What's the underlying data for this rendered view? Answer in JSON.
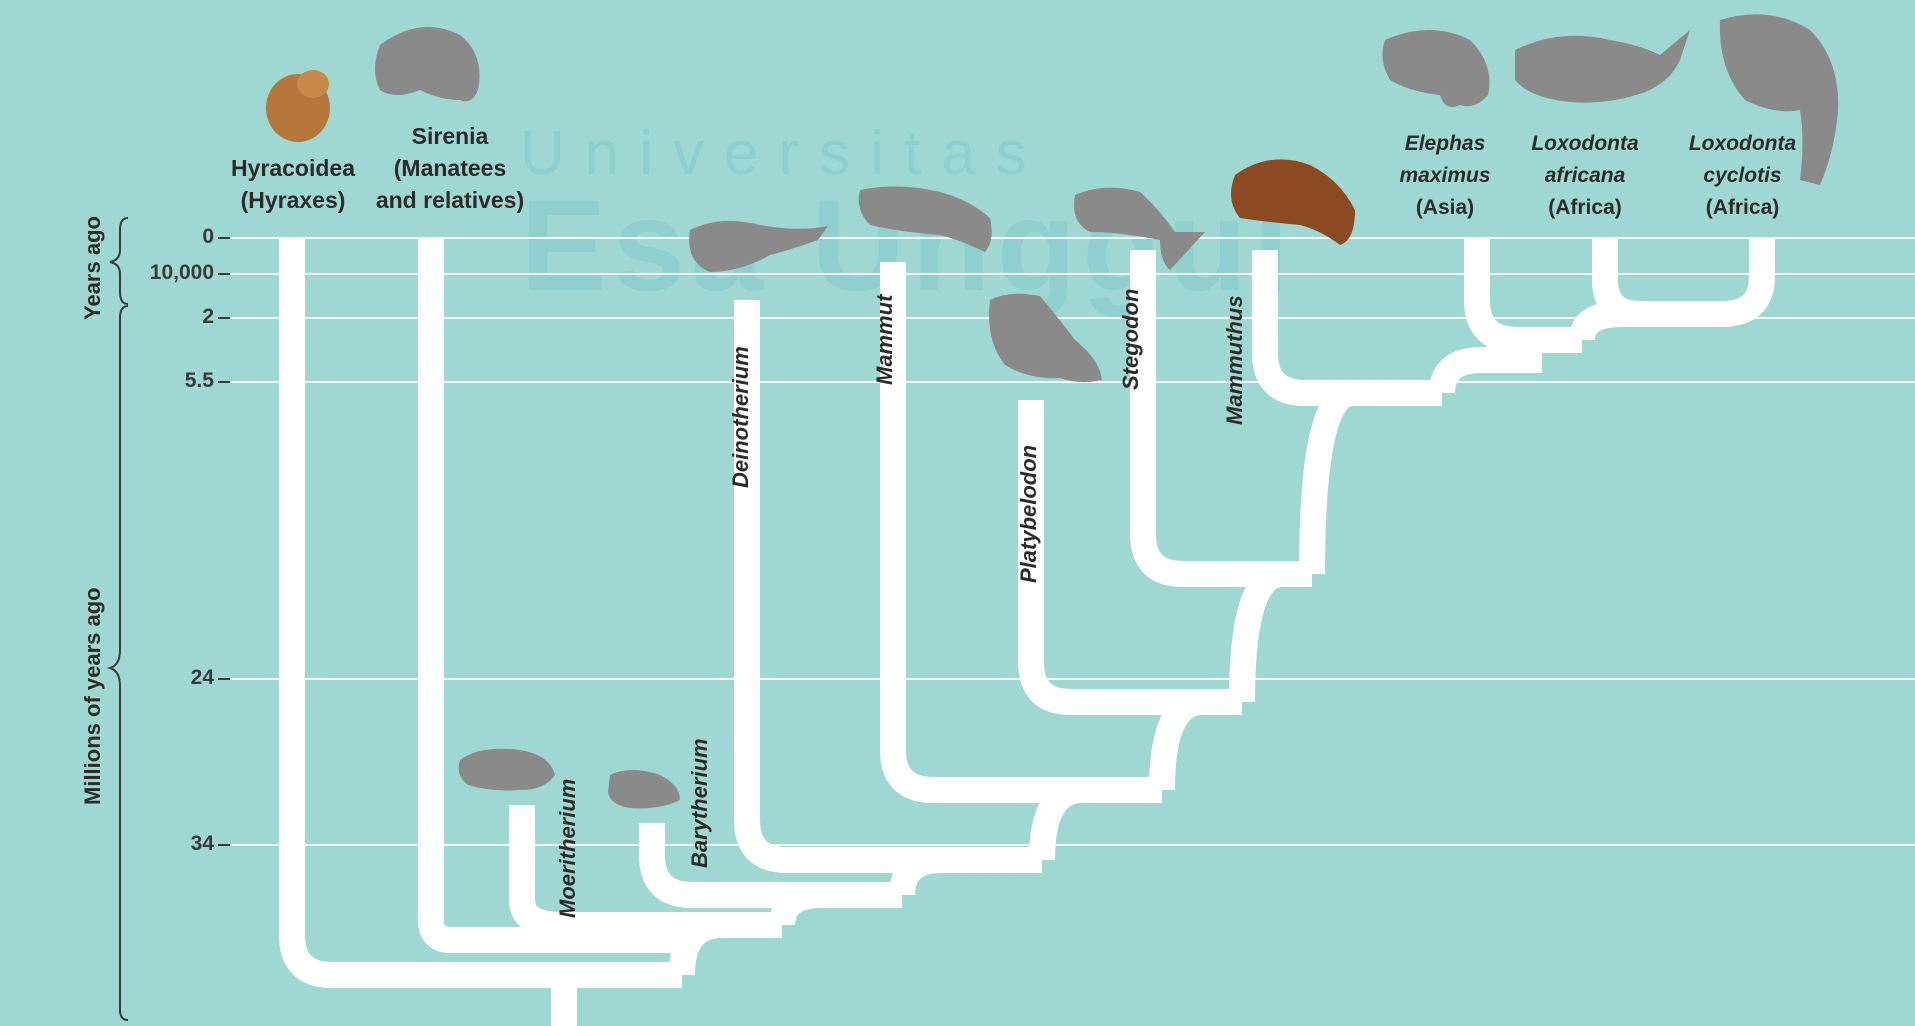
{
  "watermark": {
    "line1": "Universitas",
    "line2": "Esa Unggul"
  },
  "axis": {
    "years_label": "Years ago",
    "millions_label": "Millions of years ago",
    "ticks": [
      "0",
      "10,000",
      "2",
      "5.5",
      "24",
      "34"
    ]
  },
  "taxa": {
    "hyracoidea": {
      "line1": "Hyracoidea",
      "line2": "(Hyraxes)"
    },
    "sirenia": {
      "line1": "Sirenia",
      "line2": "(Manatees",
      "line3": "and relatives)"
    },
    "elephas": {
      "line1": "Elephas",
      "line2": "maximus",
      "line3": "(Asia)"
    },
    "loxodonta_africana": {
      "line1": "Loxodonta",
      "line2": "africana",
      "line3": "(Africa)"
    },
    "loxodonta_cyclotis": {
      "line1": "Loxodonta",
      "line2": "cyclotis",
      "line3": "(Africa)"
    },
    "moeritherium": "Moeritherium",
    "barytherium": "Barytherium",
    "deinotherium": "Deinotherium",
    "mammut": "Mammut",
    "platybelodon": "Platybelodon",
    "stegodon": "Stegodon",
    "mammuthus": "Mammuthus"
  },
  "colors": {
    "background": "#9fd8d3",
    "branch": "#ffffff",
    "animal_gray": "#8a8a8a",
    "hyrax_brown": "#b5773a",
    "mammoth_brown": "#8b4a22"
  }
}
